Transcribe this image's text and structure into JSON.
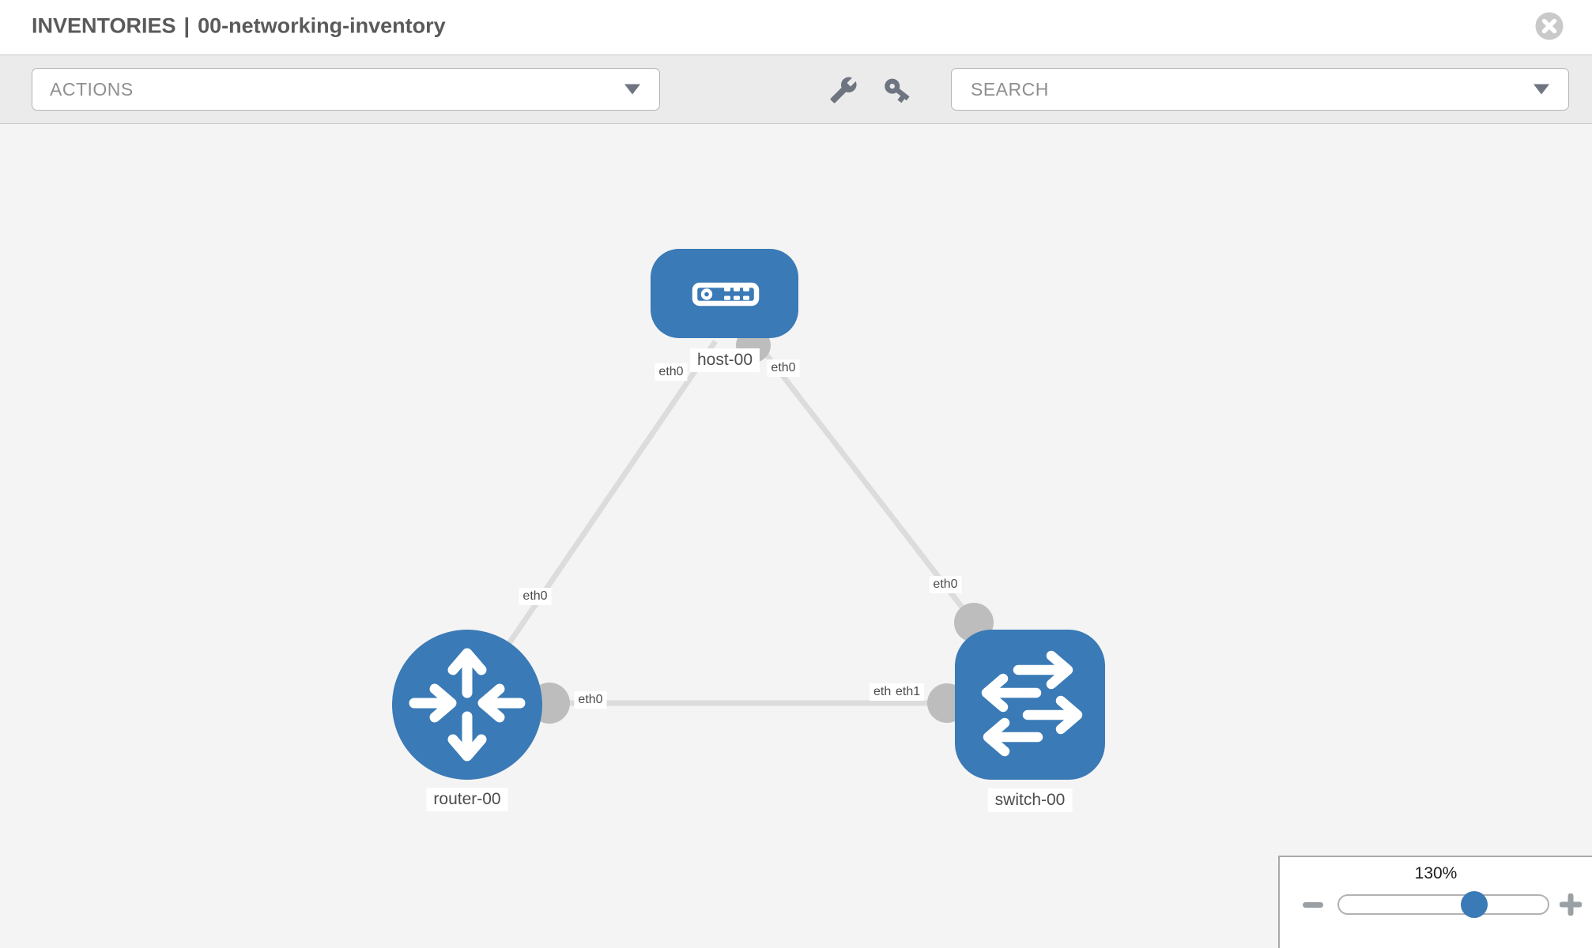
{
  "header": {
    "title_section": "INVENTORIES",
    "title_separator": "|",
    "title_name": "00-networking-inventory"
  },
  "toolbar": {
    "actions_label": "ACTIONS",
    "search_placeholder": "SEARCH"
  },
  "diagram": {
    "nodes": [
      {
        "id": "host-00",
        "type": "host",
        "label": "host-00"
      },
      {
        "id": "router-00",
        "type": "router",
        "label": "router-00"
      },
      {
        "id": "switch-00",
        "type": "switch",
        "label": "switch-00"
      }
    ],
    "links": [
      {
        "from": "router-00",
        "to": "host-00",
        "interface_labels": [
          "eth0",
          "eth0"
        ]
      },
      {
        "from": "switch-00",
        "to": "host-00",
        "interface_labels": [
          "eth0",
          "eth0"
        ]
      },
      {
        "from": "router-00",
        "to": "switch-00",
        "interface_labels": [
          "eth0",
          "eth0",
          "eth1"
        ]
      }
    ],
    "labels": {
      "host": "host-00",
      "router": "router-00",
      "switch": "switch-00",
      "if_host_left": "eth0",
      "if_host_right": "eth0",
      "if_router_host": "eth0",
      "if_switch_host": "eth0",
      "if_router_switch": "eth0",
      "if_switch_under": "eth0",
      "if_switch_over": "eth1"
    }
  },
  "zoom_control": {
    "level_label": "130%",
    "percent": 130
  },
  "icons": {
    "close": "close-icon",
    "caret": "caret-down-icon",
    "wrench": "wrench-icon",
    "key": "key-icon",
    "host": "host-icon",
    "router": "router-icon",
    "switch": "switch-icon",
    "zoom_out": "minus-icon",
    "zoom_in": "plus-icon"
  },
  "colors": {
    "node_blue": "#3a7ab6",
    "link_gray": "#dcdcdc",
    "connector_gray": "#bdbdbd",
    "canvas_bg": "#f5f4f4",
    "toolbar_bg": "#ebebeb",
    "label_text": "#4c4c4c",
    "placeholder_text": "#8f8f8f",
    "icon_slate": "#6e7580",
    "slider_thumb_blue": "#3a7ab6"
  }
}
